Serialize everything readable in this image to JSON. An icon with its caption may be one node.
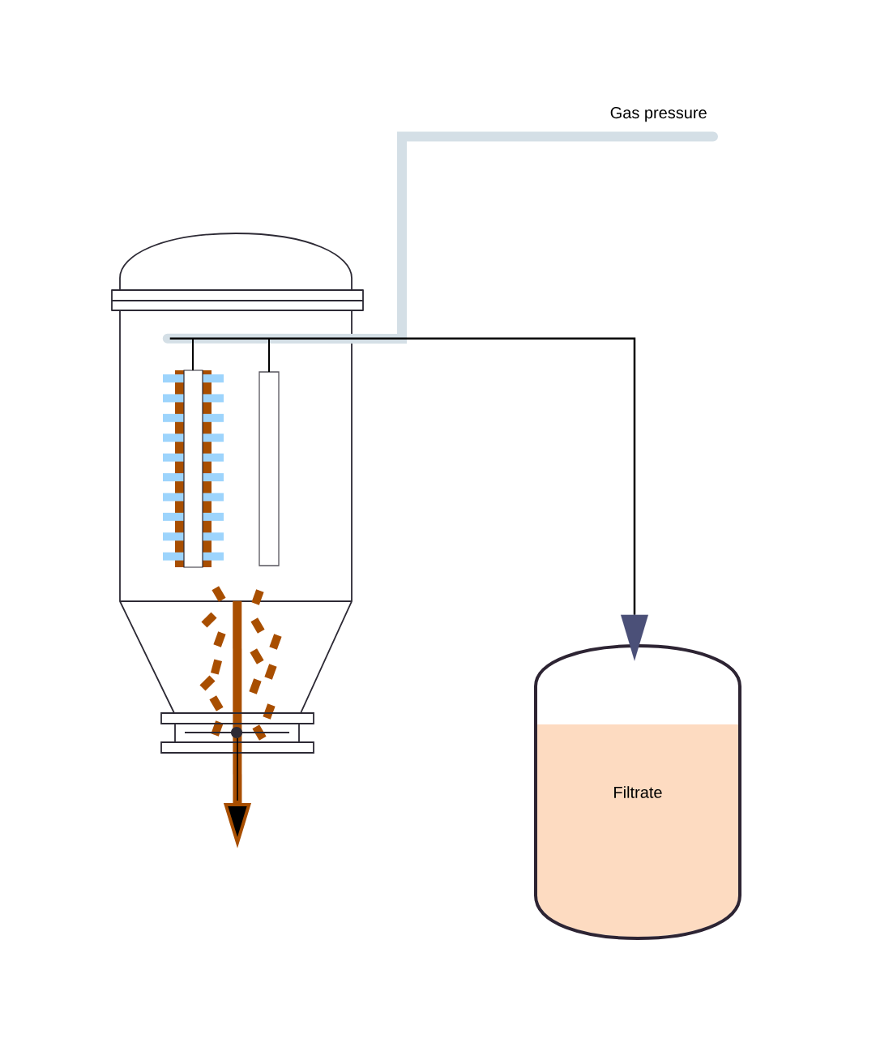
{
  "diagram": {
    "nodes": [
      {
        "text": [
          "Gas pressure"
        ]
      },
      {
        "text": [],
        "shape": "cylinder"
      },
      {
        "text": [
          "Filtrate"
        ]
      }
    ],
    "edges": [
      {
        "from": 0,
        "to": 1,
        "arrow": "none",
        "color": "#d4dfe6"
      },
      {
        "from": 1,
        "to": 2,
        "arrow": "to",
        "color": "#000000"
      },
      {
        "from": 1,
        "to": null,
        "arrow": "to",
        "color": "#a84e00"
      }
    ]
  }
}
